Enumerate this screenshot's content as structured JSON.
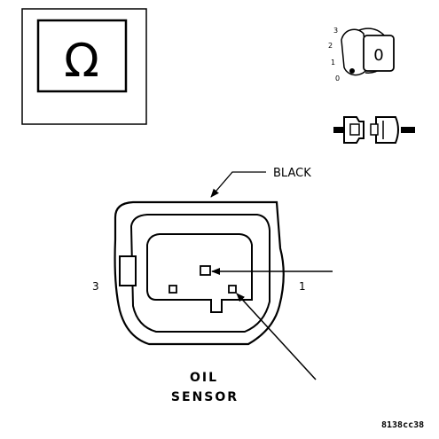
{
  "meter_icon": {
    "symbol": "Ω"
  },
  "ignition": {
    "positions": [
      "3",
      "2",
      "1",
      "0"
    ],
    "key_text": "0"
  },
  "connector": {
    "wire_color_label": "BLACK",
    "pin_left_label": "3",
    "pin_right_label": "1",
    "component_line1": "OIL",
    "component_line2": "SENSOR"
  },
  "figure_code": "8138cc38"
}
